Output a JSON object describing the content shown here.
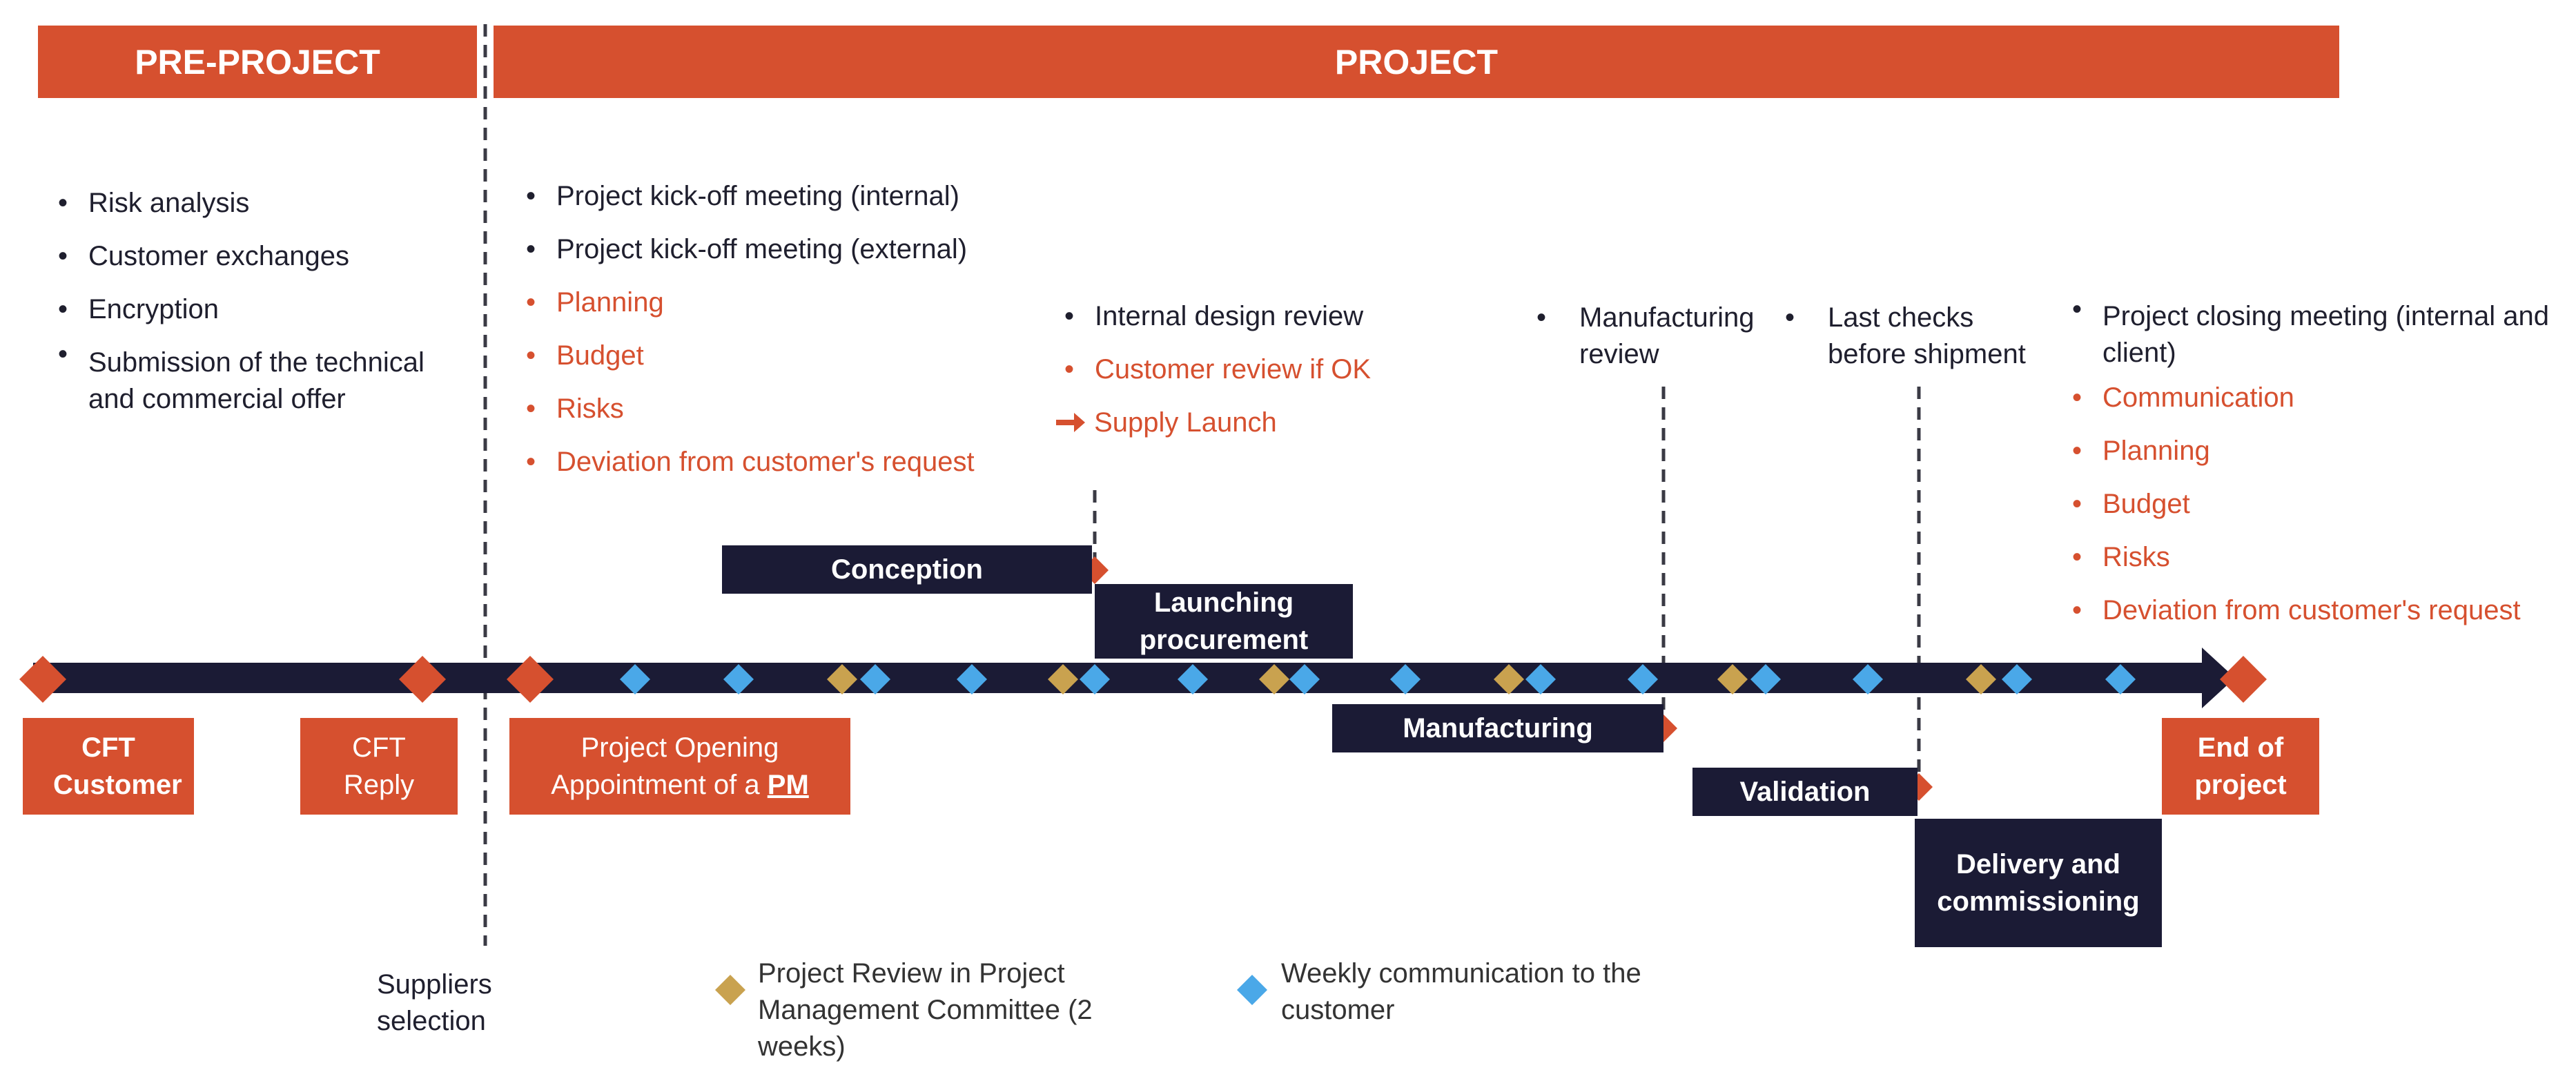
{
  "header": {
    "pre_project": "PRE-PROJECT",
    "project": "PROJECT"
  },
  "pre_project_tasks": [
    "Risk analysis",
    "Customer exchanges",
    "Encryption",
    "Submission of the technical and commercial offer"
  ],
  "kickoff_tasks": {
    "internal": "Project kick-off meeting (internal)",
    "external": "Project kick-off meeting (external)",
    "planning": "Planning",
    "budget": "Budget",
    "risks": "Risks",
    "deviation": "Deviation from customer's request"
  },
  "design_review": {
    "internal": "Internal design review",
    "customer": "Customer review if OK",
    "supply": "Supply Launch"
  },
  "manufacturing_review": "Manufacturing review",
  "last_checks": "Last checks before shipment",
  "closing": {
    "meeting": "Project closing meeting  (internal and client)",
    "communication": "Communication",
    "planning": "Planning",
    "budget": "Budget",
    "risks": "Risks",
    "deviation": "Deviation from customer's request"
  },
  "milestones": {
    "cft_customer": "CFT Customer",
    "cft_reply": "CFT Reply",
    "project_opening_line1": "Project Opening",
    "project_opening_line2": "Appointment of a ",
    "project_opening_pm": "PM",
    "end_of_project": "End of project"
  },
  "phases": {
    "conception": "Conception",
    "launching_procurement": "Launching procurement",
    "manufacturing": "Manufacturing",
    "validation": "Validation",
    "delivery": "Delivery and commissioning"
  },
  "suppliers_selection": "Suppliers selection",
  "legend": {
    "review": "Project Review in Project Management Committee (2 weeks)",
    "weekly": "Weekly communication to the customer"
  },
  "colors": {
    "orange": "#d6502f",
    "navy": "#1b1b35",
    "blue": "#4aa8e8",
    "gold": "#c9a24f"
  },
  "icons": {
    "milestone": "diamond",
    "review": "diamond",
    "weekly": "diamond",
    "supply_arrow": "right-arrow"
  }
}
